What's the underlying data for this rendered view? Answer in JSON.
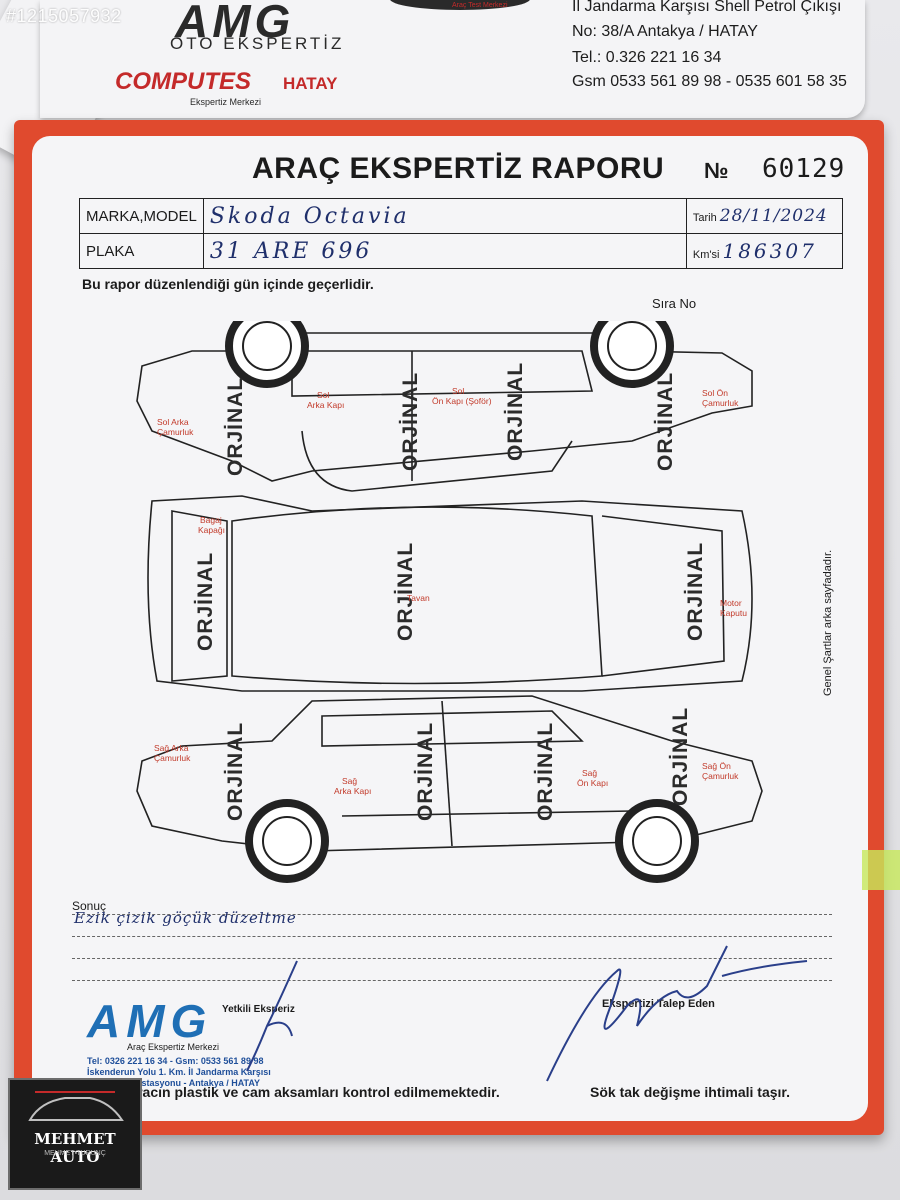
{
  "watermark_id": "#1215057932",
  "header": {
    "logo": "AMG",
    "subtitle": "OTO EKSPERTİZ",
    "computes": "COMPUTES",
    "computes_city": "HATAY",
    "computes_sub": "Ekspertiz Merkezi",
    "badge_text": "Araç Test Merkezi",
    "address_lines": [
      "İl Jandarma Karşısı Shell Petrol Çıkışı",
      "No: 38/A    Antakya / HATAY",
      "Tel.: 0.326 221 16 34",
      "Gsm 0533 561 89 98 - 0535 601 58 35"
    ]
  },
  "form": {
    "title": "ARAÇ EKSPERTİZ RAPORU",
    "no_label": "№",
    "no_value": "60129",
    "marka_label": "MARKA,MODEL",
    "marka_value": "Skoda Octavia",
    "tarih_label": "Tarih",
    "tarih_value": "28/11/2024",
    "plaka_label": "PLAKA",
    "plaka_value": "31 ARE 696",
    "km_label": "Km'si",
    "km_value": "186307",
    "validity": "Bu rapor düzenlendiği gün içinde geçerlidir.",
    "sira_label": "Sıra No"
  },
  "diagram": {
    "stamp": "ORJİNAL",
    "labels": {
      "sol_arka_camurluk": [
        "Sol Arka",
        "Çamurluk"
      ],
      "sol_arka_kapi": [
        "Sol",
        "Arka Kapı"
      ],
      "sol_on_kapi": [
        "Sol",
        "Ön Kapı (Şoför)"
      ],
      "sol_on_camurluk": [
        "Sol Ön",
        "Çamurluk"
      ],
      "bagaj_kapagi": [
        "Bagaj",
        "Kapağı"
      ],
      "tavan": "Tavan",
      "motor_kaputu": [
        "Motor",
        "Kaputu"
      ],
      "sag_arka_camurluk": [
        "Sağ Arka",
        "Çamurluk"
      ],
      "sag_arka_kapi": [
        "Sağ",
        "Arka Kapı"
      ],
      "sag_on_kapi": [
        "Sağ",
        "Ön Kapı"
      ],
      "sag_on_camurluk": [
        "Sağ Ön",
        "Çamurluk"
      ]
    }
  },
  "side_note": "Genel Şartlar arka sayfadadır.",
  "sonuc": {
    "label": "Sonuç",
    "text": "Ezik çizik göçük düzeltme"
  },
  "bottom": {
    "logo": "AMG",
    "logo_sub": "Araç Ekspertiz Merkezi",
    "address": [
      "Tel: 0326 221 16 34 - Gsm: 0533 561 89 98",
      "İskenderun Yolu 1. Km. İl Jandarma Karşısı",
      "Shell Petrol İstasyonu - Antakya / HATAY"
    ],
    "yetkili": "Yetkili Eksperiz",
    "talep": "Ekspertizi Talep Eden",
    "footer_left": "Aracın plastik ve cam aksamları kontrol edilmemektedir.",
    "footer_right": "Sök tak değişme ihtimali taşır."
  },
  "dealer": {
    "name": "MEHMET AUTO",
    "sub": "MEHMET TURUNÇ"
  },
  "colors": {
    "border_red": "#e04a2e",
    "ink_blue": "#1f2f6b",
    "label_red": "#c23a2a",
    "amg_blue": "#1f6fb5"
  }
}
